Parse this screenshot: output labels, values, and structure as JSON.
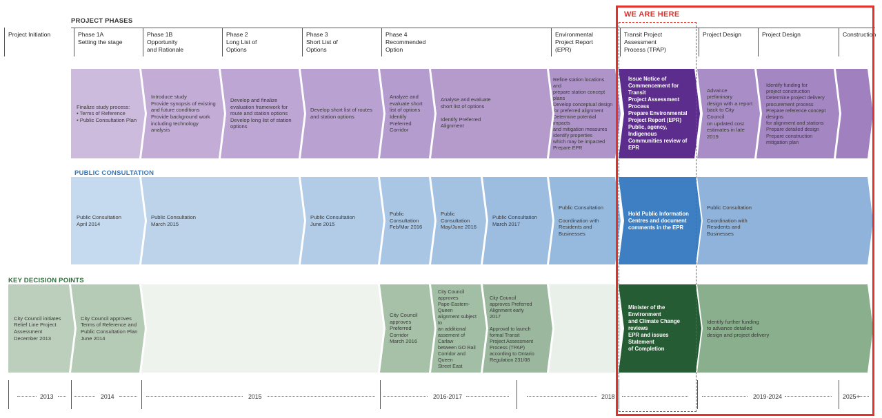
{
  "headers": {
    "project_phases": "PROJECT PHASES",
    "public_consultation": "PUBLIC CONSULTATION",
    "key_decision_points": "KEY DECISION POINTS",
    "we_are_here": "WE ARE HERE"
  },
  "phases": [
    "Project Initiation",
    "Phase 1A\nSetting the stage",
    "Phase 1B\nOpportunity\nand Rationale",
    "Phase 2\nLong List of\nOptions",
    "Phase 3\nShort List of\nOptions",
    "Phase 4\nRecommended\nOption",
    "Environmental\nProject Report\n(EPR)",
    "Transit Project\nAssessment\nProcess (TPAP)",
    "Project Design",
    "Project Design",
    "Construction"
  ],
  "phase_row": [
    "Finalize study process:\n•  Terms of Reference\n•  Public Consultation Plan",
    "Introduce study\nProvide synopsis of existing\nand future conditions\nProvide background work\nincluding technology analysis",
    "Develop and finalize\nevaluation framework for\nroute and station options\nDevelop long list of station\noptions",
    "Develop short list of routes\nand station options",
    "Analyze and\nevaluate short\nlist of options\nIdentify Preferred\nCorridor",
    "Analyse and evaluate\nshort list of options\n\nIdentify Preferred\nAlignment",
    "Refine station locations and\nprepare station concept\nplans\nDevelop conceptual design\nfor preferred alignment\nDetermine potential impacts\nand mitigation measures\nIdentify properties\nwhich may be impacted\nPrepare EPR",
    "Issue Notice of\nCommencement for Transit\nProject Assessment Process\nPrepare Environmental\nProject Report (EPR)\nPublic, agency, Indigenous\nCommunities review of EPR",
    "Advance preliminary\ndesign with a report\nback to City Council\non updated cost\nestimates in late 2019",
    "Identify funding for\nproject construction\nDetermine project delivery\nprocurement process\nPrepare reference concept designs\nfor alignment and stations\nPrepare detailed design\nPrepare construction\nmitigation plan",
    ""
  ],
  "consultation_row": [
    "",
    "Public Consultation\nApril 2014",
    "Public Consultation\nMarch 2015",
    "Public Consultation\nJune 2015",
    "Public Consultation\nFeb/Mar 2016",
    "Public Consultation\nMay/June 2016",
    "Public Consultation\nMarch 2017",
    "Public Consultation\n\nCoordination with\nResidents and Businesses",
    "Hold Public Information\nCentres and document\ncomments in the EPR",
    "Public Consultation\n\nCoordination with\nResidents and\nBusinesses"
  ],
  "decision_row": [
    "City Council initiates\nRelief Line Project\nAssessment\nDecember 2013",
    "City Council approves\nTerms of Reference and\nPublic Consultation Plan\nJune 2014",
    "",
    "City Council\napproves\nPreferred Corridor\nMarch 2016",
    "City Council\napproves\nPape-Eastern-Queen\nalignment subject to\nan additional\nassement of Carlaw\nbetween GO Rail\nCorridor and Queen\nStreet East",
    "City Council\napproves Preferred\nAlignment early\n2017\n\nApproval to launch\nformal Transit\nProject Assessment\nProcess (TPAP)\naccording to Ontario\nRegulation 231/08",
    "",
    "Minister of the Environment\nand Climate Change reviews\nEPR and issues Statement\nof Completion",
    "Identify further funding\nto advance detailed\ndesign and project delivery"
  ],
  "timeline": [
    "2013",
    "2014",
    "2015",
    "2016-2017",
    "2018",
    "2019-2024",
    "2025+"
  ],
  "colors": {
    "purple_light": "#c7b3da",
    "purple_mid": "#b49bcc",
    "purple_dark": "#5c2d8c",
    "blue_light": "#bcd3ea",
    "blue_mid": "#9cbde1",
    "blue_dark": "#3d7fc2",
    "green_light": "#b9ceb9",
    "green_mid": "#9fbca1",
    "green_dark": "#255c33",
    "red": "#e0312a"
  }
}
